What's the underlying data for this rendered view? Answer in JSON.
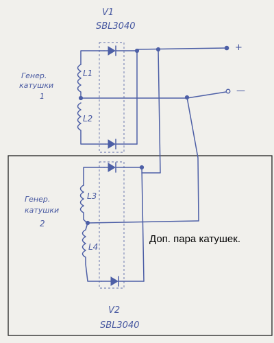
{
  "diode_top": {
    "ref": "V1",
    "part": "SBL3040"
  },
  "diode_bottom": {
    "ref": "V2",
    "part": "SBL3040"
  },
  "terminals": {
    "plus": "+",
    "minus": "—"
  },
  "coils_group_1": {
    "caption_line1": "Генер.",
    "caption_line2": "катушки",
    "number": "1"
  },
  "coils_group_2": {
    "caption_line1": "Генер.",
    "caption_line2": "катушки",
    "number": "2"
  },
  "coils": {
    "l1": "L1",
    "l2": "L2",
    "l3": "L3",
    "l4": "L4"
  },
  "note": "Доп. пара катушек.",
  "colors": {
    "ink": "#4d5fa6",
    "paper": "#f1f0ec",
    "box": "#222222"
  }
}
